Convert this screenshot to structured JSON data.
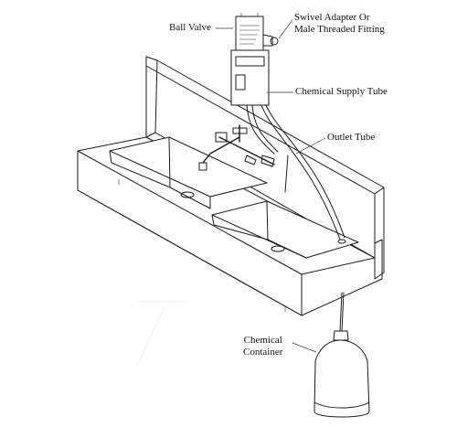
{
  "labels": {
    "ball_valve": "Ball Valve",
    "swivel_adapter_line1": "Swivel Adapter Or",
    "swivel_adapter_line2": "Male Threaded Fitting",
    "chemical_supply_tube": "Chemical Supply Tube",
    "outlet_tube": "Outlet Tube",
    "chemical_container_line1": "Chemical",
    "chemical_container_line2": "Container"
  },
  "colors": {
    "line": "#1a1a1a",
    "background": "#ffffff"
  }
}
